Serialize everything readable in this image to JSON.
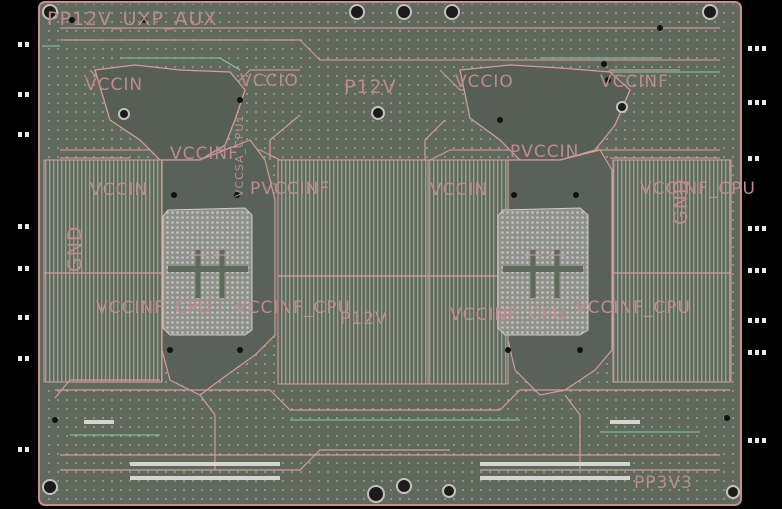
{
  "colors": {
    "background": "#000000",
    "board_fill": "#5f6a5d",
    "board_outline": "#c98f8f",
    "copper_trace": "#d79a9a",
    "green_trace": "#7fd0a8",
    "via_light": "#b9b7b3",
    "pad_white": "#e8e8e8",
    "label_pink": "#c08a8c"
  },
  "silkscreen_labels": {
    "top_left": "PP12V_UXP_AUX",
    "vccio_left": "VCCIO",
    "p12v_top": "P12V",
    "vccio_right": "VCCIO",
    "vccinf_right_top": "VCCINF",
    "vccinf_left_top": "VCCIN",
    "vccin_left": "VCCIN",
    "pvccinf_mid": "PVCCINF",
    "vccin_mid_right": "VCCIN",
    "pvccin": "PVCCIN",
    "vccinf_cpu_right": "VCCINF_CPU",
    "gnd_left": "GND",
    "gnd_right": "GND",
    "vccinf_cpu_left_low": "VCCINF_CPU",
    "vccinf_cpu_mid": "VCCINF_CPU",
    "p12v_mid": "P12V",
    "vccinf_cpu_mid2": "VCCINF_CPU",
    "vccinf_cpu_right_low": "VCCINF_CPU",
    "bottom_right": "PP3V3",
    "vccsa_cpu": "VCCSA_CPU1",
    "vccinf_small": "VCCINF"
  },
  "components": {
    "cpu_sockets": 2,
    "dimm_banks": 4,
    "mounting_holes": 10
  }
}
